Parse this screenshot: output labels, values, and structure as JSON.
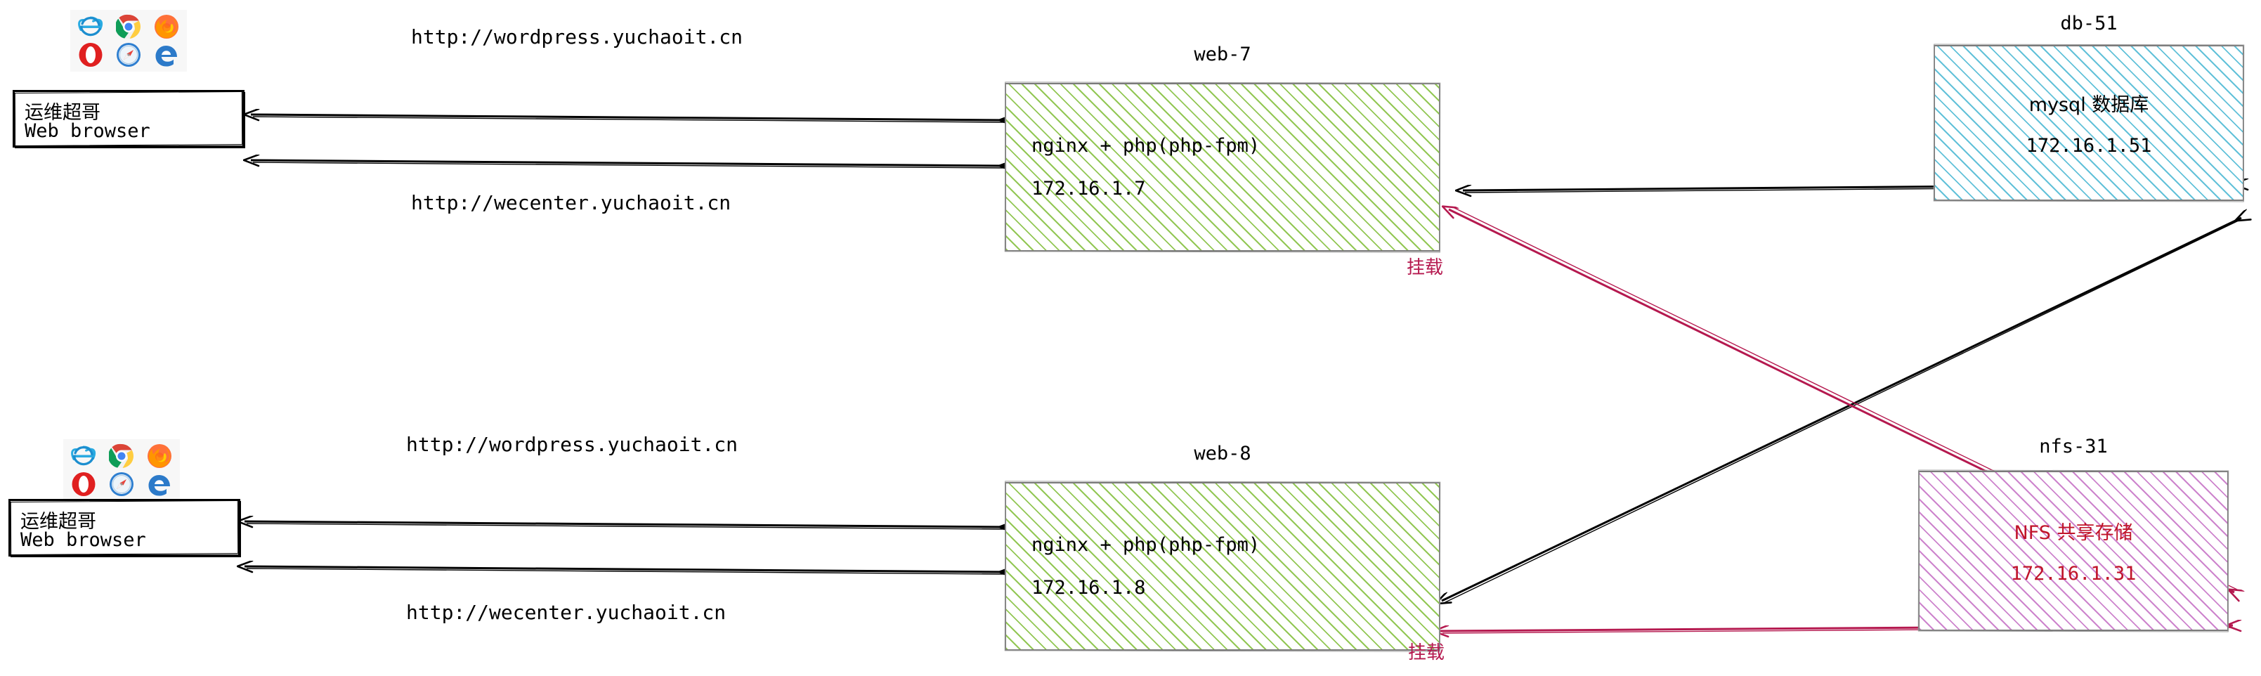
{
  "diagram": {
    "title": "LNMP cluster architecture with NFS shared storage",
    "background": "#ffffff"
  },
  "colors": {
    "web_hatch": "#8cc44b",
    "db_hatch": "#5abed7",
    "nfs_hatch": "#c46ec4",
    "nfs_text": "#c0142a",
    "mount_arrow": "#b5194f",
    "node_border": "#7a7a7a",
    "arrow_black": "#000000"
  },
  "clients": [
    {
      "name": "client-top",
      "line1": "运维超哥",
      "line2": "Web browser",
      "icons": [
        "internet-explorer-icon",
        "chrome-icon",
        "firefox-icon",
        "opera-icon",
        "safari-icon",
        "edge-icon"
      ]
    },
    {
      "name": "client-bottom",
      "line1": "运维超哥",
      "line2": "Web browser",
      "icons": [
        "internet-explorer-icon",
        "chrome-icon",
        "firefox-icon",
        "opera-icon",
        "safari-icon",
        "edge-icon"
      ]
    }
  ],
  "urls": {
    "top_wordpress": "http://wordpress.yuchaoit.cn",
    "top_wecenter": "http://wecenter.yuchaoit.cn",
    "bottom_wordpress": "http://wordpress.yuchaoit.cn",
    "bottom_wecenter": "http://wecenter.yuchaoit.cn"
  },
  "nodes": {
    "web7": {
      "title": "web-7",
      "line1": "nginx + php(php-fpm)",
      "line2": "172.16.1.7",
      "fill": "green-hatch"
    },
    "web8": {
      "title": "web-8",
      "line1": "nginx + php(php-fpm)",
      "line2": "172.16.1.8",
      "fill": "green-hatch"
    },
    "db51": {
      "title": "db-51",
      "line1": "mysql 数据库",
      "line2": "172.16.1.51",
      "fill": "cyan-hatch"
    },
    "nfs31": {
      "title": "nfs-31",
      "line1": "NFS 共享存储",
      "line2": "172.16.1.31",
      "fill": "purple-hatch"
    }
  },
  "mount_labels": {
    "web7_to_nfs": "挂载",
    "web8_to_nfs": "挂载"
  },
  "connections": [
    {
      "name": "client-top-to-web7-wordpress",
      "from": "client-top",
      "to": "web7",
      "style": "black-double-arrow",
      "label": "http://wordpress.yuchaoit.cn"
    },
    {
      "name": "client-top-to-web7-wecenter",
      "from": "client-top",
      "to": "web7",
      "style": "black-double-arrow",
      "label": "http://wecenter.yuchaoit.cn"
    },
    {
      "name": "client-bottom-to-web8-wordpress",
      "from": "client-bottom",
      "to": "web8",
      "style": "black-double-arrow",
      "label": "http://wordpress.yuchaoit.cn"
    },
    {
      "name": "client-bottom-to-web8-wecenter",
      "from": "client-bottom",
      "to": "web8",
      "style": "black-double-arrow",
      "label": "http://wecenter.yuchaoit.cn"
    },
    {
      "name": "web7-to-db51",
      "from": "web7",
      "to": "db51",
      "style": "black-double-arrow",
      "label": ""
    },
    {
      "name": "web8-to-db51",
      "from": "web8",
      "to": "db51",
      "style": "black-double-arrow",
      "label": ""
    },
    {
      "name": "web7-to-nfs31",
      "from": "web7",
      "to": "nfs31",
      "style": "crimson-double-arrow",
      "label": "挂载"
    },
    {
      "name": "web8-to-nfs31",
      "from": "web8",
      "to": "nfs31",
      "style": "crimson-double-arrow",
      "label": "挂载"
    }
  ]
}
